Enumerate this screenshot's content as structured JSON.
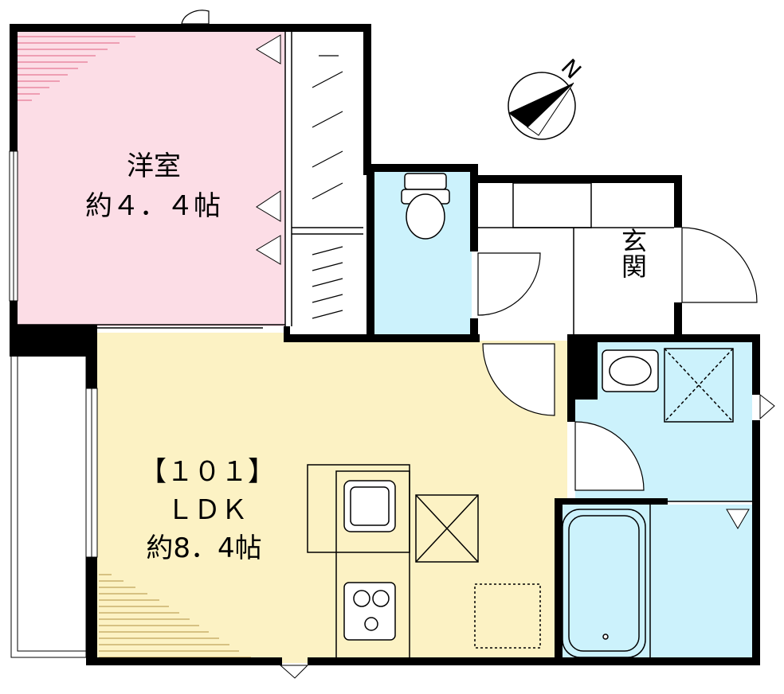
{
  "unit": {
    "number": "【１０１】"
  },
  "rooms": {
    "western": {
      "name": "洋室",
      "size": "約４．４帖"
    },
    "ldk": {
      "name": "ＬＤＫ",
      "size": "約8．4帖"
    },
    "entrance": {
      "name": "玄関"
    }
  },
  "compass": {
    "label": "N"
  },
  "colors": {
    "western": "#fcdde6",
    "ldk": "#fcf2c4",
    "wet": "#ccf2fc",
    "wall": "#000000"
  }
}
